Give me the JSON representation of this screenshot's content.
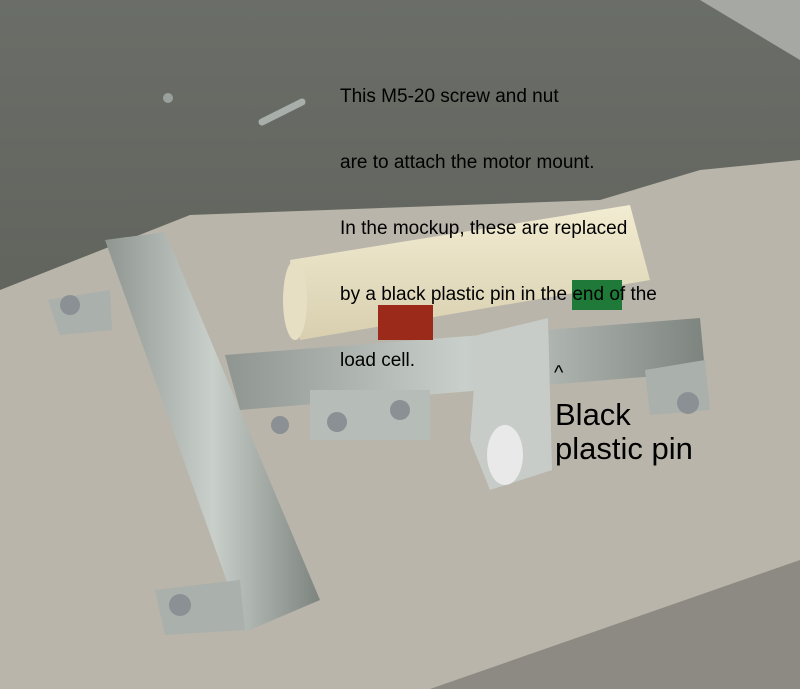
{
  "annotations": {
    "top_note_lines": [
      "This M5-20 screw and nut",
      "are to attach the motor mount.",
      "In the mockup, these are replaced",
      "by a black plastic pin in the end of the",
      "load cell."
    ],
    "pin_caret": "^",
    "pin_label_lines": [
      "Black",
      "plastic pin"
    ]
  }
}
